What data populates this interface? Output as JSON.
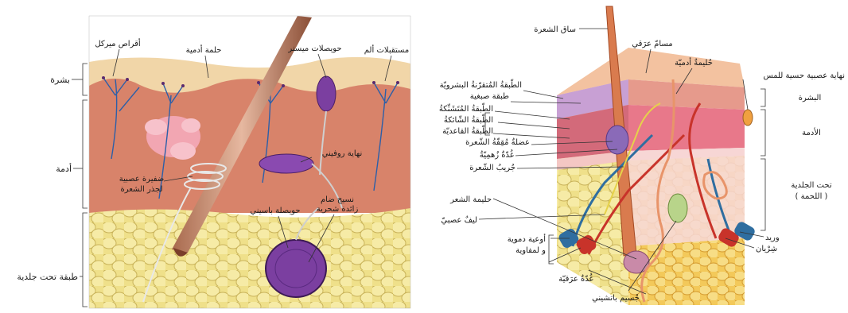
{
  "left_panel": {
    "layers": {
      "epidermis": "بشرة",
      "dermis": "أدمة",
      "hypodermis": "طبقة تحت جلدية"
    },
    "labels": {
      "merkel_discs": "أقراص ميركل",
      "dermal_papilla": "حلمة أدمية",
      "meissner": "حويصلات ميسنر",
      "pain_receptors": "مستقبلات ألم",
      "ruffini": "نهاية روفيني",
      "hair_root_nerve_1": "ضفيرة عصبية",
      "hair_root_nerve_2": "لجذر الشعرة",
      "pacinian": "حويصلة باسيني",
      "connective_1": "نسيج ضام",
      "connective_2": "زائدة شحرية"
    }
  },
  "right_panel": {
    "brackets": {
      "epidermis": "البشرة",
      "dermis": "الأدمة",
      "hypodermis_1": "تحت الجلدية",
      "hypodermis_2": "( اللحمة )"
    },
    "labels": {
      "hair_shaft": "ساق الشعرة",
      "sweat_pore": "مسامّ عرَقي",
      "dermal_papilla": "حُليمةٌ أدميّة",
      "sensory_ending": "نهاية عصبية حسية للمس",
      "stratum_corneum": "الطّبقةُ المُتقرّنةُ البشرويّة",
      "pigment_layer": "طبقة صبغية",
      "stratum_spinosum": "الطّبقةُ المُتَشَنِّكةُ",
      "stratum_granulosum": "الطّبقةُ الشّائكةُ",
      "stratum_basale": "الطّبقةُ القاعديّة",
      "arrector_pili": "عضلةٌ مُقِفّةُ الشّعرة",
      "sebaceous_gland": "غُدّةٌ زُهمِيّةٌ",
      "hair_follicle": "جُريبُ الشّعرة",
      "hair_papilla": "حليمة الشعر",
      "nerve_fiber": "ليفٌ عصبيّ",
      "vessels_1": "أوعية دموية",
      "vessels_2": "و لمفاوية",
      "sweat_gland": "غُدّةٌ عرَقيّة",
      "pacinian": "جُسيم باتشيني",
      "vein": "وريد",
      "artery": "شِرْيان"
    }
  }
}
